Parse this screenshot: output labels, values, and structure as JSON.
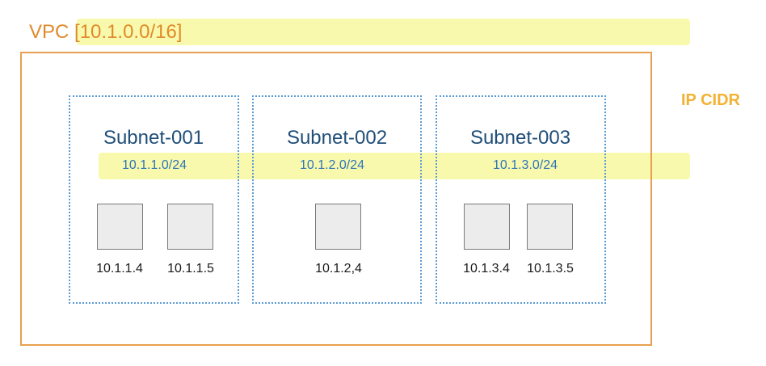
{
  "vpc": {
    "label": "VPC",
    "cidr": "[10.1.0.0/16]"
  },
  "ip_cidr_label": "IP CIDR",
  "subnets": [
    {
      "name": "Subnet-001",
      "cidr": "10.1.1.0/24",
      "instances": [
        "10.1.1.4",
        "10.1.1.5"
      ]
    },
    {
      "name": "Subnet-002",
      "cidr": "10.1.2.0/24",
      "instances": [
        "10.1.2,4"
      ]
    },
    {
      "name": "Subnet-003",
      "cidr": "10.1.3.0/24",
      "instances": [
        "10.1.3.4",
        "10.1.3.5"
      ]
    }
  ],
  "colors": {
    "vpc": "#e08a2a",
    "highlight": "#f8f8a0",
    "subnet_border": "#5a9bd5",
    "subnet_name": "#1f4e79",
    "ip_cidr": "#f2b233"
  }
}
